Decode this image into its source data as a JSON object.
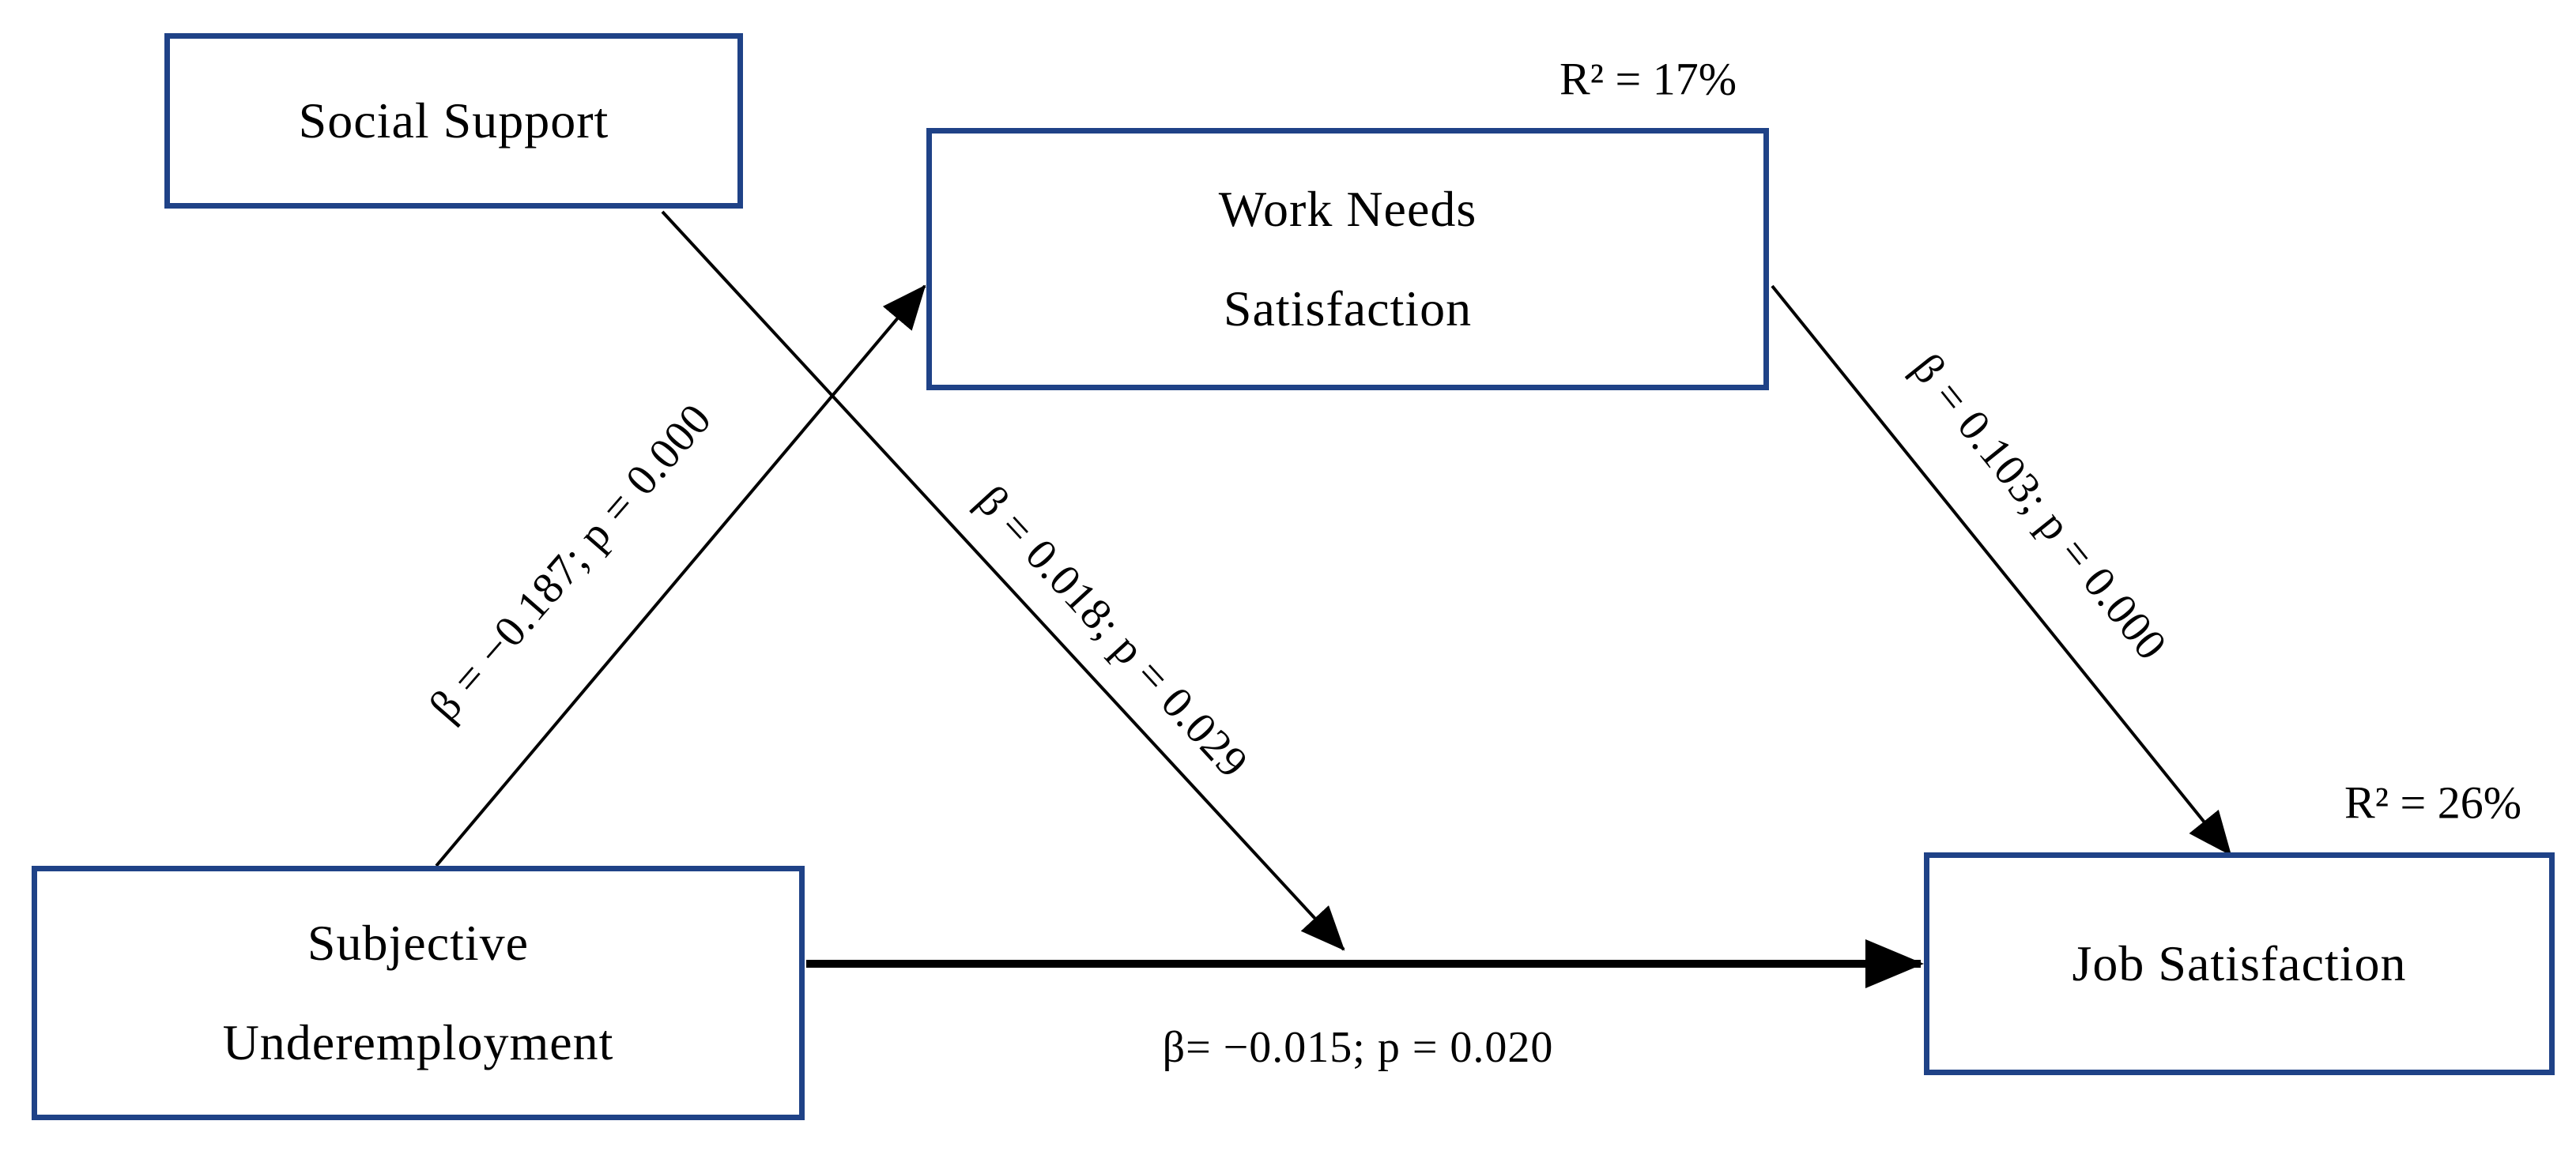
{
  "figure": {
    "description": "Mediation path model diagram",
    "background_color": "#ffffff",
    "box_border_color": "#1f4287",
    "arrow_color": "#000000",
    "text_color": "#000000"
  },
  "boxes": {
    "social_support": {
      "label": "Social Support"
    },
    "work_needs_satisfaction": {
      "line1": "Work Needs",
      "line2": "Satisfaction",
      "r2_label": "R² = 17%"
    },
    "subjective_underemployment": {
      "line1": "Subjective",
      "line2": "Underemployment"
    },
    "job_satisfaction": {
      "label": "Job Satisfaction",
      "r2_label": "R² = 26%"
    }
  },
  "paths": {
    "underemployment_to_work_needs": {
      "label": "β = −0.187; p = 0.000"
    },
    "social_support_to_job_satisfaction": {
      "label": "β = 0.018; p = 0.029"
    },
    "work_needs_to_job_satisfaction": {
      "label": "β = 0.103; p = 0.000"
    },
    "underemployment_to_job_satisfaction": {
      "label": "β= −0.015; p = 0.020"
    }
  }
}
